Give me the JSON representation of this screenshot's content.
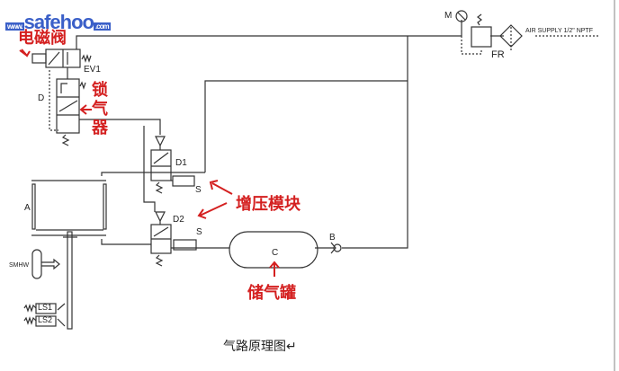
{
  "logo": {
    "prefix": "www.",
    "name": "safehoo",
    "suffix": ".com"
  },
  "annotations": {
    "solenoid_valve": "电磁阀",
    "air_lock": "锁气器",
    "booster_module": "增压模块",
    "air_tank": "储气罐"
  },
  "labels": {
    "ev1": "EV1",
    "d": "D",
    "d1": "D1",
    "d2": "D2",
    "s1": "S",
    "s2": "S",
    "a": "A",
    "c": "C",
    "b": "B",
    "m": "M",
    "fr": "FR",
    "smhw": "SMHW",
    "ls1": "LS1",
    "ls2": "LS2",
    "air_supply": "AIR SUPPLY 1/2\" NPTF"
  },
  "caption": "气路原理图↵",
  "colors": {
    "annotation": "#d42020",
    "line": "#333333",
    "logo": "#3a5fc8"
  }
}
